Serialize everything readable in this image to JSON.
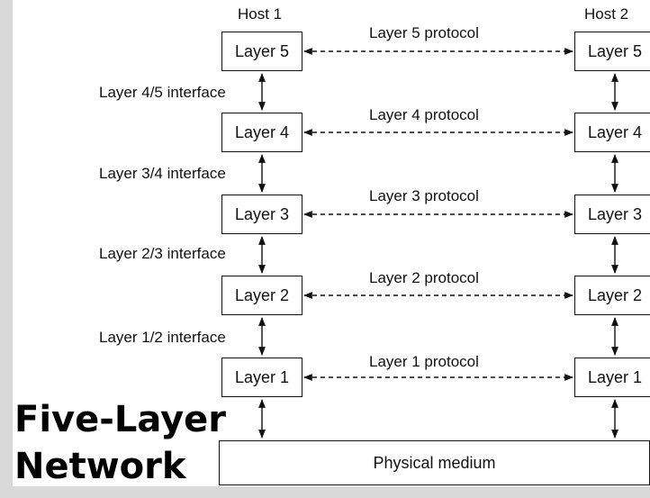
{
  "hosts": {
    "left": "Host 1",
    "right": "Host 2"
  },
  "layers": [
    {
      "label": "Layer 5",
      "protocol": "Layer 5 protocol"
    },
    {
      "label": "Layer 4",
      "protocol": "Layer 4 protocol"
    },
    {
      "label": "Layer 3",
      "protocol": "Layer 3 protocol"
    },
    {
      "label": "Layer 2",
      "protocol": "Layer 2 protocol"
    },
    {
      "label": "Layer 1",
      "protocol": "Layer 1 protocol"
    }
  ],
  "interfaces": [
    "Layer 4/5 interface",
    "Layer 3/4 interface",
    "Layer 2/3 interface",
    "Layer 1/2 interface"
  ],
  "physical_medium": "Physical medium",
  "title": {
    "line1": "Five-Layer",
    "line2": "Network"
  }
}
